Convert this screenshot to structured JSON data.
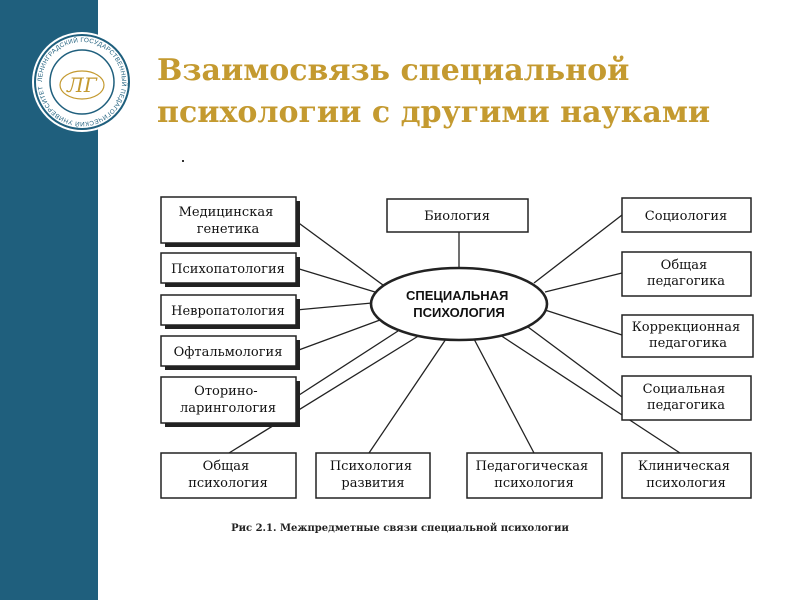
{
  "slide": {
    "title_line1": "Взаимосвязь специальной",
    "title_line2": "психологии с другими науками",
    "caption": "Рис 2.1. Межпредметные связи специальной психологии",
    "accent_color": "#c49a30",
    "sidebar_color": "#1f5f7d"
  },
  "logo": {
    "icon": "university-seal-icon",
    "monogram": "ЛГ",
    "ring_text": "ЛЕНИНГРАДСКИЙ ГОСУДАРСТВЕННЫЙ ПЕДАГОГИЧЕСКИЙ УНИВЕРСИТЕТ"
  },
  "diagram": {
    "center": {
      "line1": "СПЕЦИАЛЬНАЯ",
      "line2": "ПСИХОЛОГИЯ"
    },
    "nodes": {
      "med_genetics": [
        "Медицинская",
        "генетика"
      ],
      "psychopathology": [
        "Психопатология"
      ],
      "neuropathology": [
        "Невропатология"
      ],
      "ophthalmology": [
        "Офтальмология"
      ],
      "otolaryngology": [
        "Оторино-",
        "ларингология"
      ],
      "biology": [
        "Биология"
      ],
      "sociology": [
        "Социология"
      ],
      "general_pedagogy": [
        "Общая",
        "педагогика"
      ],
      "correctional_pedagogy": [
        "Коррекционная",
        "педагогика"
      ],
      "social_pedagogy": [
        "Социальная",
        "педагогика"
      ],
      "general_psychology": [
        "Общая",
        "психология"
      ],
      "developmental_psychology": [
        "Психология",
        "развития"
      ],
      "pedagogical_psychology": [
        "Педагогическая",
        "психология"
      ],
      "clinical_psychology": [
        "Клиническая",
        "психология"
      ]
    }
  }
}
